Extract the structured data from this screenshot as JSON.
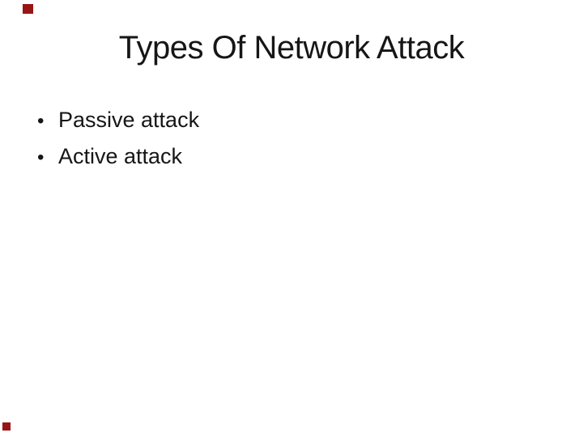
{
  "slide": {
    "title": "Types Of Network Attack",
    "bullet_char": "•",
    "bullets": [
      {
        "label": "Passive attack"
      },
      {
        "label": "Active attack"
      }
    ]
  },
  "decorations": {
    "corner_marker_color": "#991414",
    "background_color": "#ffffff",
    "text_color": "#161616"
  }
}
